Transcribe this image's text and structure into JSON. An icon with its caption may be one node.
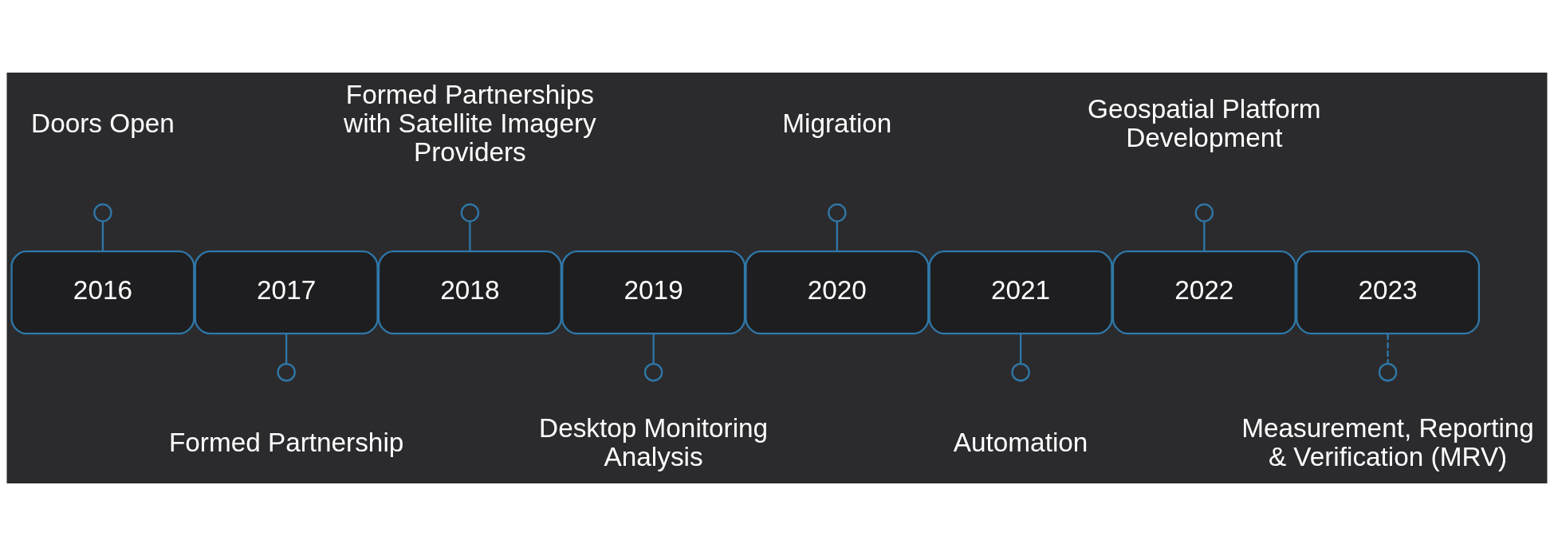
{
  "diagram": {
    "nodes": [
      {
        "text": [
          "2016"
        ]
      },
      {
        "text": [
          "2017"
        ]
      },
      {
        "text": [
          "2018"
        ]
      },
      {
        "text": [
          "2019"
        ]
      },
      {
        "text": [
          "2020"
        ]
      },
      {
        "text": [
          "2021"
        ]
      },
      {
        "text": [
          "2022"
        ]
      },
      {
        "text": [
          "2023"
        ]
      },
      {
        "text": [],
        "shape": "circle",
        "beside": [
          "Doors Open"
        ]
      },
      {
        "text": [],
        "shape": "circle",
        "beside": [
          "Formed Partnership"
        ]
      },
      {
        "text": [],
        "shape": "circle",
        "beside": [
          "Formed Partnerships with Satellite Imagery Providers"
        ]
      },
      {
        "text": [],
        "shape": "circle",
        "beside": [
          "Desktop Monitoring Analysis"
        ]
      },
      {
        "text": [],
        "shape": "circle",
        "beside": [
          "Migration"
        ]
      },
      {
        "text": [],
        "shape": "circle",
        "beside": [
          "Automation"
        ]
      },
      {
        "text": [],
        "shape": "circle",
        "beside": [
          "Geospatial Platform Development"
        ]
      },
      {
        "text": [],
        "shape": "circle",
        "beside": [
          "Measurement, Reporting & Verification (MRV)"
        ]
      }
    ],
    "edges": [
      {
        "from": 8,
        "to": 0,
        "arrow": "none"
      },
      {
        "from": 1,
        "to": 9,
        "arrow": "none"
      },
      {
        "from": 10,
        "to": 2,
        "arrow": "none"
      },
      {
        "from": 3,
        "to": 11,
        "arrow": "none"
      },
      {
        "from": 12,
        "to": 4,
        "arrow": "none"
      },
      {
        "from": 5,
        "to": 13,
        "arrow": "none"
      },
      {
        "from": 14,
        "to": 6,
        "arrow": "none"
      },
      {
        "from": 7,
        "to": 15,
        "arrow": "none",
        "style": "dashed"
      }
    ]
  }
}
